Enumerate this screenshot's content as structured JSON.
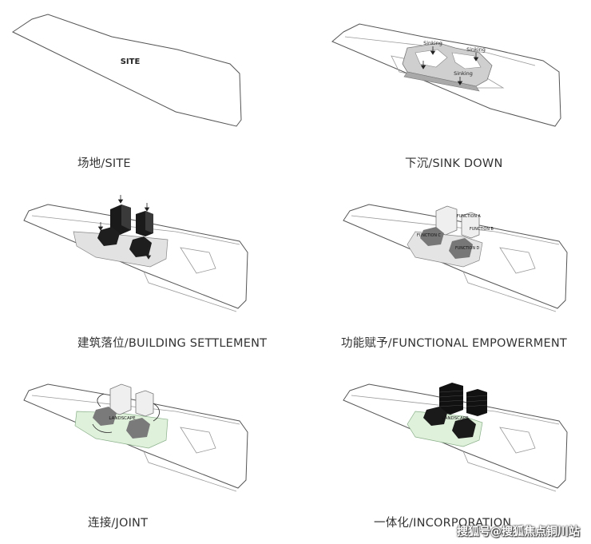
{
  "colors": {
    "outline": "#555555",
    "sink_fill": "#d6d6d6",
    "landscape_green": "#dff0db",
    "tower_dark": "#1a1a1a",
    "tower_light": "#eeeeee"
  },
  "panels": [
    {
      "id": "site",
      "caption": "场地/SITE",
      "label": "SITE"
    },
    {
      "id": "sink",
      "caption": "下沉/SINK DOWN",
      "labels": [
        "Sinking",
        "Sinking",
        "Sinking"
      ]
    },
    {
      "id": "settlement",
      "caption": "建筑落位/BUILDING SETTLEMENT"
    },
    {
      "id": "functional",
      "caption": "功能赋予/FUNCTIONAL EMPOWERMENT",
      "labels": [
        "FUNCTION A",
        "FUNCTION B",
        "FUNCTION C",
        "FUNCTION D"
      ]
    },
    {
      "id": "joint",
      "caption": "连接/JOINT",
      "label": "LANDSCAPE"
    },
    {
      "id": "incorporation",
      "caption": "一体化/INCORPORATION",
      "label": "LANDSCAPE"
    }
  ],
  "watermark": "搜狐号@搜狐焦点铜川站"
}
